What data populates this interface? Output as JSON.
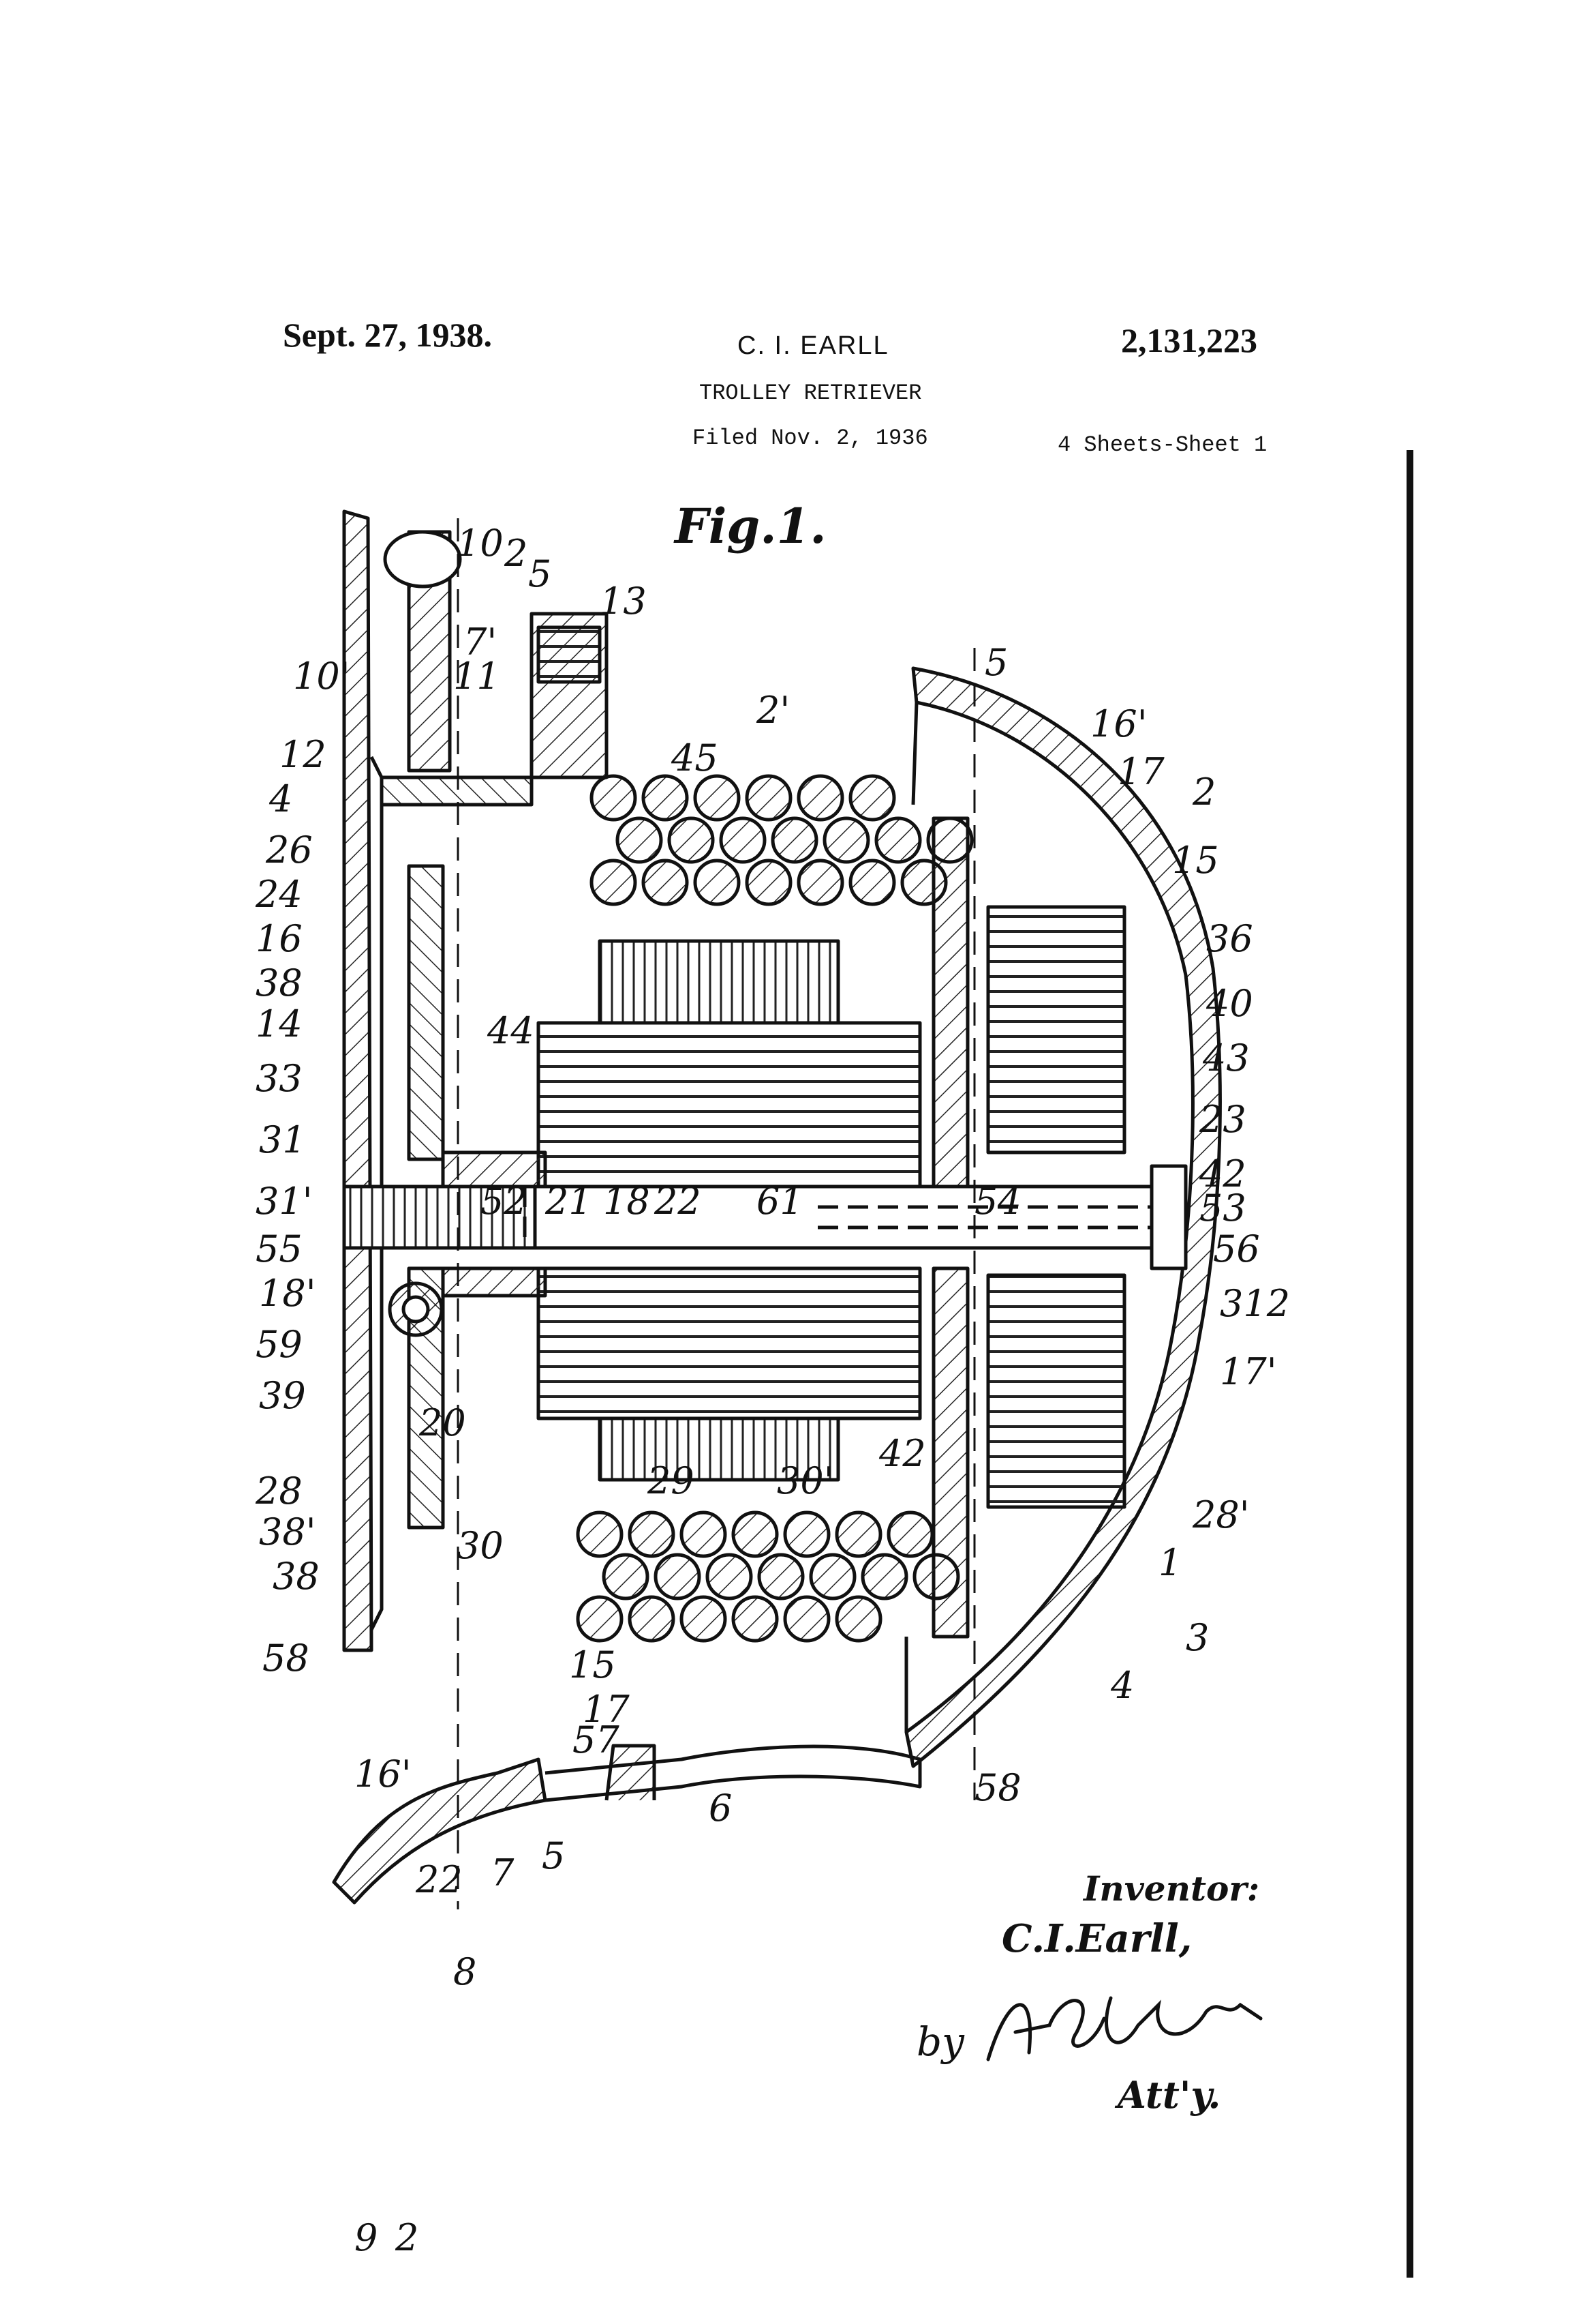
{
  "header": {
    "date": "Sept. 27, 1938.",
    "inventor_name": "C. I. EARLL",
    "patent_number": "2,131,223",
    "title": "TROLLEY RETRIEVER",
    "filed": "Filed Nov. 2, 1936",
    "sheets": "4 Sheets-Sheet 1"
  },
  "figure": {
    "title": "Fig.1.",
    "labels": [
      "10",
      "2",
      "5",
      "13",
      "7'",
      "11",
      "10'",
      "5",
      "2'",
      "16'",
      "12",
      "45",
      "17",
      "4",
      "2",
      "26",
      "15",
      "24",
      "36",
      "16",
      "38",
      "40",
      "14",
      "44",
      "33",
      "43",
      "31",
      "23",
      "42",
      "31'",
      "52",
      "21",
      "18",
      "22",
      "61",
      "54",
      "53",
      "55",
      "56",
      "18'",
      "312",
      "59",
      "17'",
      "39",
      "20",
      "42",
      "29",
      "30'",
      "28",
      "28'",
      "38'",
      "30",
      "1",
      "38",
      "15",
      "3",
      "58",
      "17",
      "4",
      "57",
      "16'",
      "58",
      "6",
      "5",
      "22",
      "7",
      "8",
      "9",
      "2"
    ]
  },
  "signature": {
    "label": "Inventor:",
    "inventor": "C.I.Earll,",
    "by": "by",
    "attorney_title": "Att'y."
  }
}
